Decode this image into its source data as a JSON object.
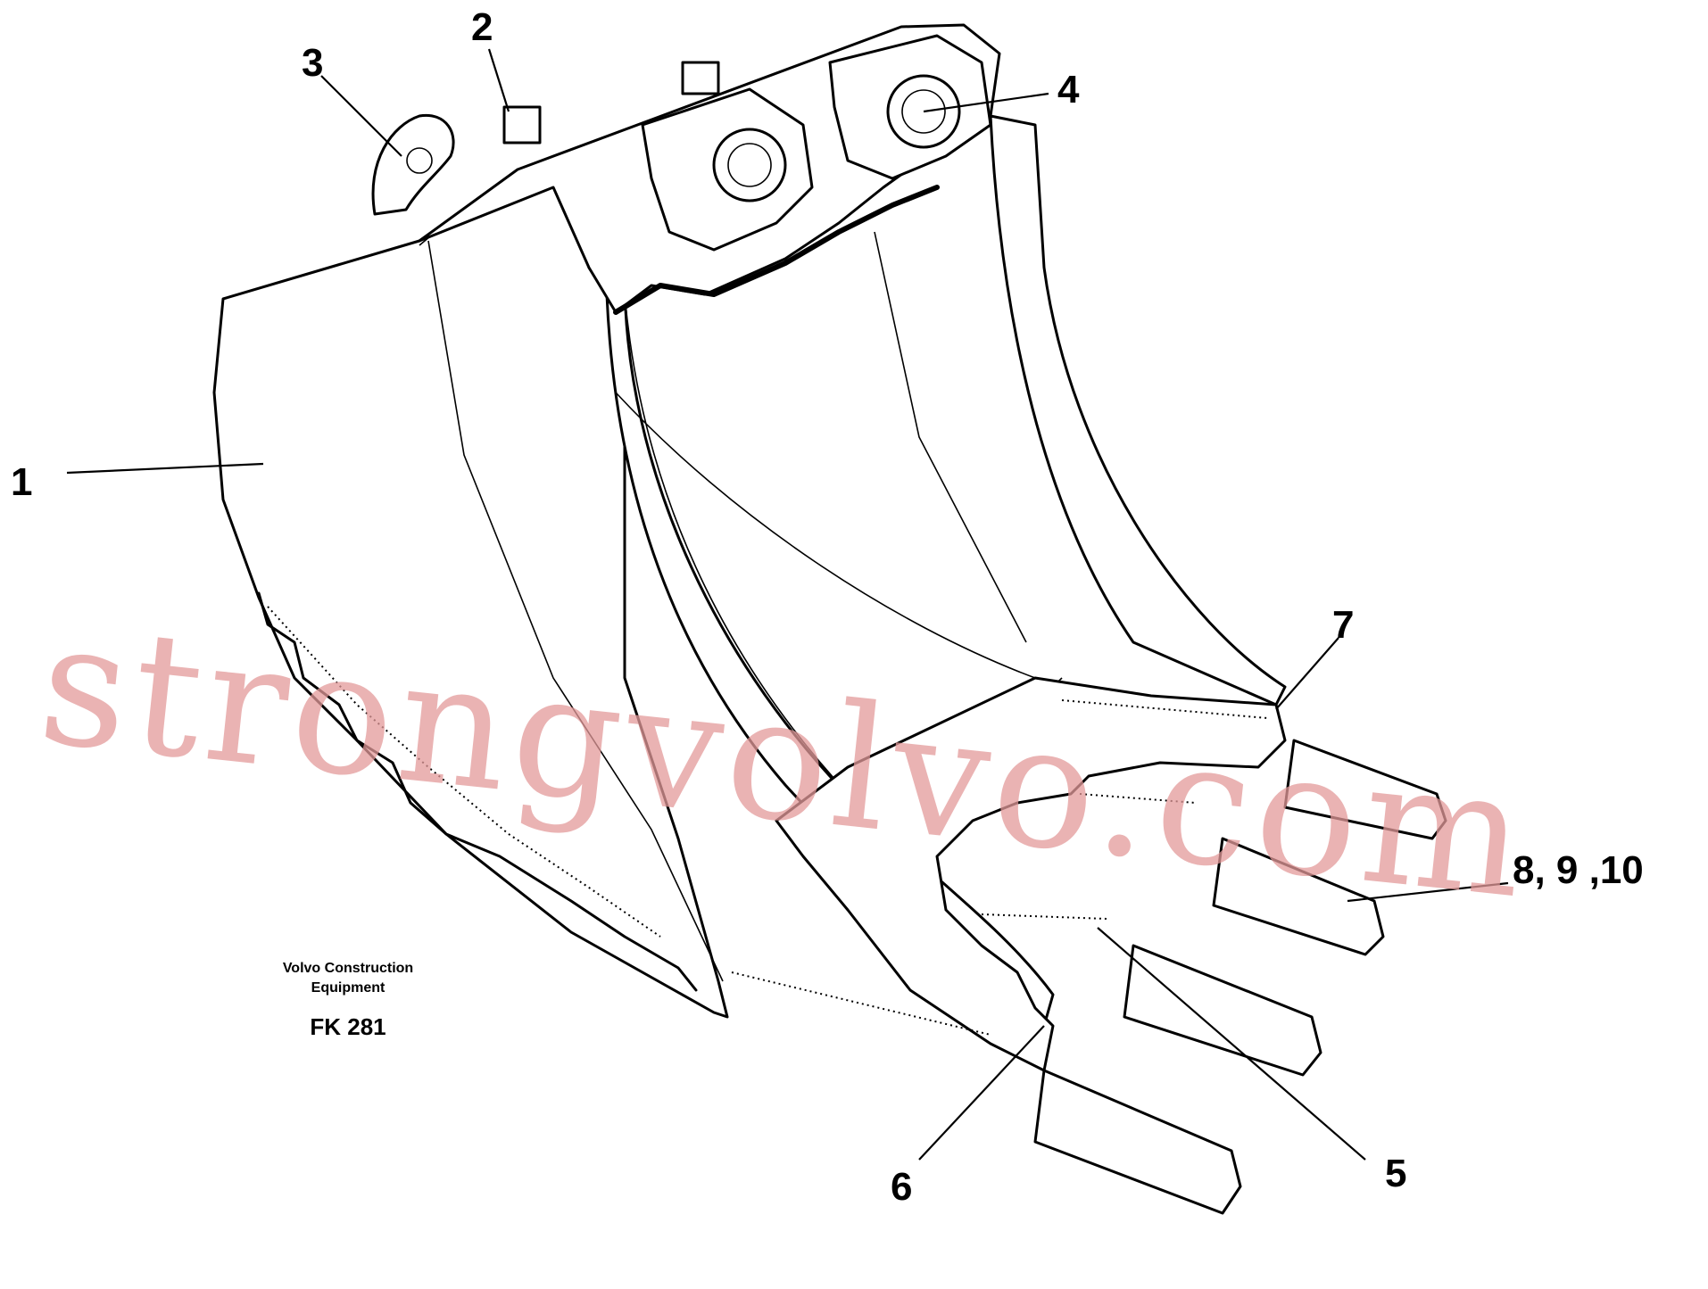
{
  "figure": {
    "manufacturer_line1": "Volvo Construction",
    "manufacturer_line2": "Equipment",
    "figure_code": "FK 281",
    "watermark": "strongvolvo.com"
  },
  "callouts": [
    {
      "id": "1",
      "label": "1"
    },
    {
      "id": "2",
      "label": "2"
    },
    {
      "id": "3",
      "label": "3"
    },
    {
      "id": "4",
      "label": "4"
    },
    {
      "id": "5",
      "label": "5"
    },
    {
      "id": "6",
      "label": "6"
    },
    {
      "id": "7",
      "label": "7"
    },
    {
      "id": "8-9-10",
      "label": "8, 9 ,10"
    }
  ]
}
